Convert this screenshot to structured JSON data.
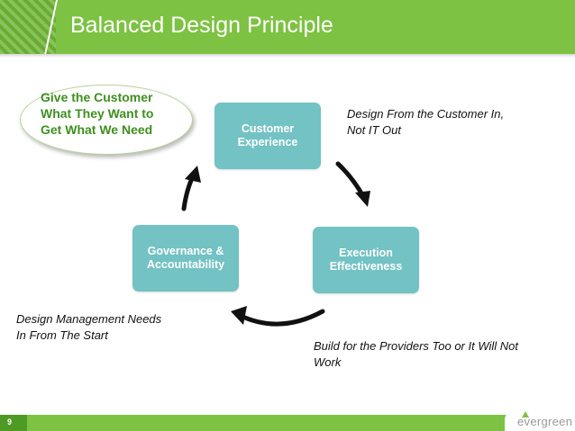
{
  "slide": {
    "title": "Balanced Design Principle",
    "page_number": "9"
  },
  "callout": {
    "lines": [
      "Give the Customer",
      "What They Want to",
      "Get What We Need"
    ]
  },
  "cycle": {
    "customer_experience": [
      "Customer",
      "Experience"
    ],
    "execution_effectiveness": [
      "Execution",
      "Effectiveness"
    ],
    "governance_accountability": [
      "Governance &",
      "Accountability"
    ]
  },
  "notes": {
    "top_right": [
      "Design From the Customer In,",
      " Not IT Out"
    ],
    "bottom_left": [
      "Design Management Needs",
      " In From The Start"
    ],
    "bottom_right": [
      "Build for the Providers Too or It Will Not",
      "Work"
    ]
  },
  "footer": {
    "logo_text": "evergreen"
  },
  "colors": {
    "header_green": "#7dc242",
    "box_teal": "#73c2c4",
    "callout_text_green": "#3f8f1f",
    "arrow": "#111111"
  }
}
